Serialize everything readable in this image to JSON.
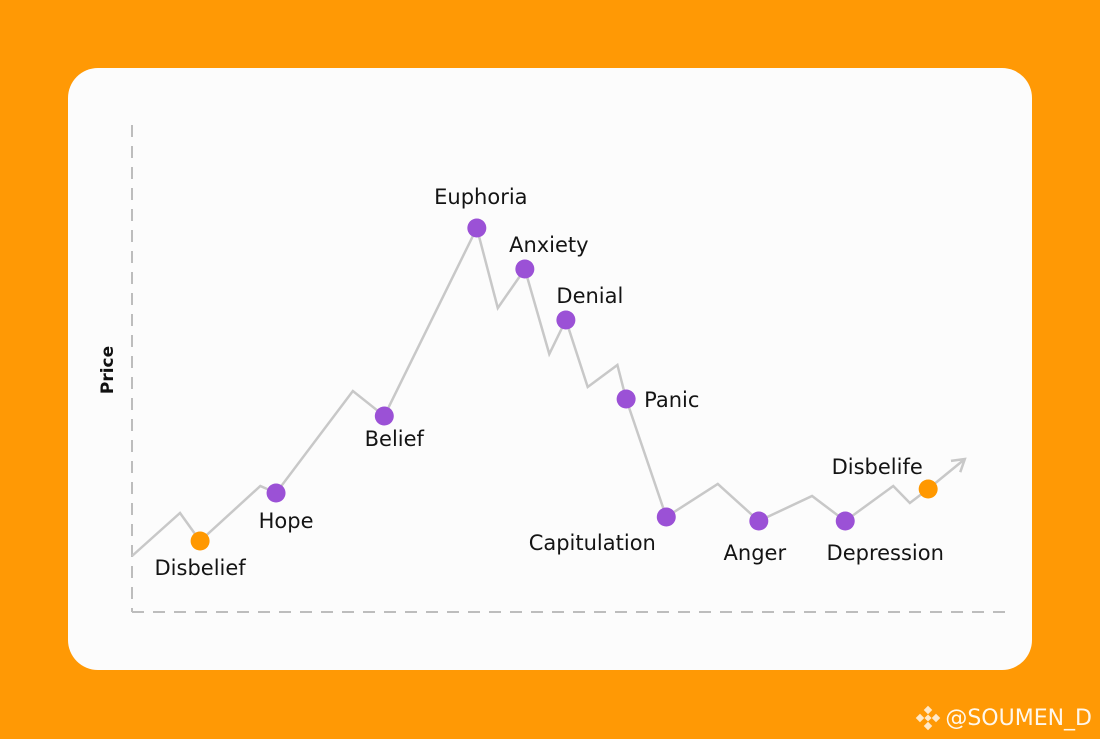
{
  "colors": {
    "background": "#FF9905",
    "line": "#C8C8C8",
    "stage": "#9B51D6",
    "highlight": "#FF9800",
    "axis": "#BDBDBD"
  },
  "watermark": {
    "icon": "binance-logo-icon",
    "text": "@SOUMEN_D"
  },
  "chart_data": {
    "type": "line",
    "title": "",
    "xlabel": "",
    "ylabel": "Price",
    "xlim": [
      0,
      100
    ],
    "ylim": [
      0,
      100
    ],
    "grid": false,
    "path": [
      {
        "x": 0,
        "y": 14
      },
      {
        "x": 5.5,
        "y": 24.75
      },
      {
        "x": 7.8,
        "y": 17.75
      },
      {
        "x": 14.7,
        "y": 31.5
      },
      {
        "x": 16.5,
        "y": 29.75
      },
      {
        "x": 25.3,
        "y": 55.25
      },
      {
        "x": 28.9,
        "y": 49
      },
      {
        "x": 39.5,
        "y": 96
      },
      {
        "x": 41.9,
        "y": 76
      },
      {
        "x": 45,
        "y": 85.75
      },
      {
        "x": 47.8,
        "y": 64.5
      },
      {
        "x": 49.7,
        "y": 73
      },
      {
        "x": 52.2,
        "y": 56.25
      },
      {
        "x": 55.6,
        "y": 61.75
      },
      {
        "x": 56.6,
        "y": 53.25
      },
      {
        "x": 61.2,
        "y": 23.75
      },
      {
        "x": 67.1,
        "y": 32
      },
      {
        "x": 71.8,
        "y": 22.75
      },
      {
        "x": 77.9,
        "y": 29
      },
      {
        "x": 81.7,
        "y": 22.75
      },
      {
        "x": 87.2,
        "y": 31.5
      },
      {
        "x": 89.1,
        "y": 27.25
      },
      {
        "x": 91.2,
        "y": 30.75
      },
      {
        "x": 95.4,
        "y": 38.25
      }
    ],
    "stages": [
      {
        "label": "Disbelief",
        "x": 7.8,
        "y": 17.75,
        "highlight": true,
        "pos": "below"
      },
      {
        "label": "Hope",
        "x": 16.5,
        "y": 29.75,
        "highlight": false,
        "pos": "below-right"
      },
      {
        "label": "Belief",
        "x": 28.9,
        "y": 49,
        "highlight": false,
        "pos": "below"
      },
      {
        "label": "Euphoria",
        "x": 39.5,
        "y": 96,
        "highlight": false,
        "pos": "above"
      },
      {
        "label": "Anxiety",
        "x": 45,
        "y": 85.75,
        "highlight": false,
        "pos": "above-right"
      },
      {
        "label": "Denial",
        "x": 49.7,
        "y": 73,
        "highlight": false,
        "pos": "above-right"
      },
      {
        "label": "Panic",
        "x": 56.6,
        "y": 53.25,
        "highlight": false,
        "pos": "right"
      },
      {
        "label": "Capitulation",
        "x": 61.2,
        "y": 23.75,
        "highlight": false,
        "pos": "below-left"
      },
      {
        "label": "Anger",
        "x": 71.8,
        "y": 22.75,
        "highlight": false,
        "pos": "below"
      },
      {
        "label": "Depression",
        "x": 81.7,
        "y": 22.75,
        "highlight": false,
        "pos": "below-right"
      },
      {
        "label": "Disbelife",
        "x": 91.2,
        "y": 30.75,
        "highlight": true,
        "pos": "above-left"
      }
    ]
  }
}
